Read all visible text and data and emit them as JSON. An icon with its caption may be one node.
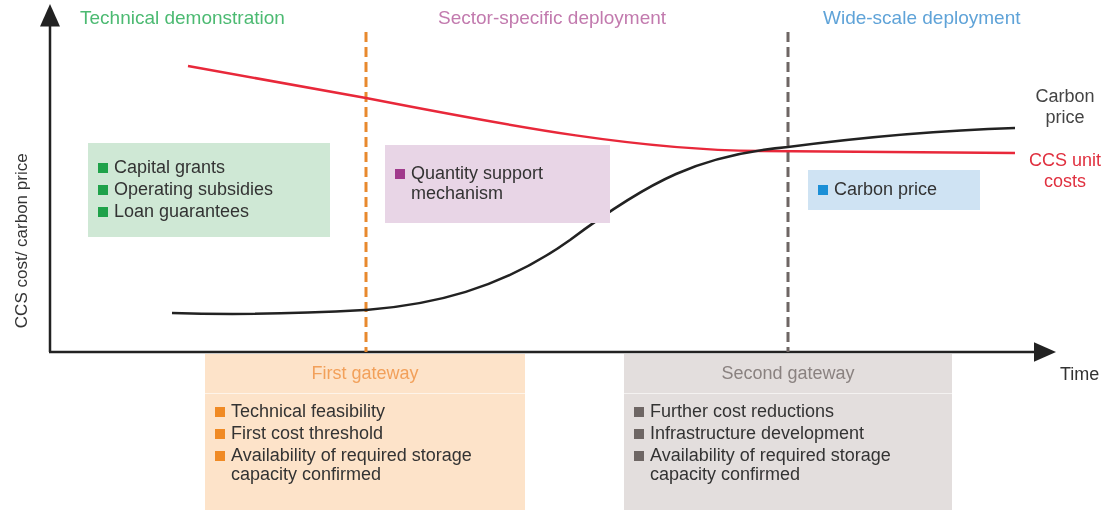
{
  "diagram": {
    "nodes": [
      {
        "text": [
          "Capital grants",
          "Operating subsidies",
          "Loan guarantees"
        ]
      },
      {
        "text": [
          "Quantity support mechanism"
        ]
      },
      {
        "text": [
          "Carbon price"
        ]
      },
      {
        "text": [
          "First gateway",
          "Technical feasibility",
          "First cost threshold",
          "Availability of required storage capacity confirmed"
        ]
      },
      {
        "text": [
          "Second gateway",
          "Further cost reductions",
          "Infrastructure development",
          "Availability of required storage capacity confirmed"
        ]
      }
    ],
    "labels": [
      "Technical demonstration",
      "Sector-specific deployment",
      "Wide-scale deployment",
      "Carbon price",
      "CCS unit costs",
      "CCS cost/ carbon price",
      "Time"
    ]
  }
}
